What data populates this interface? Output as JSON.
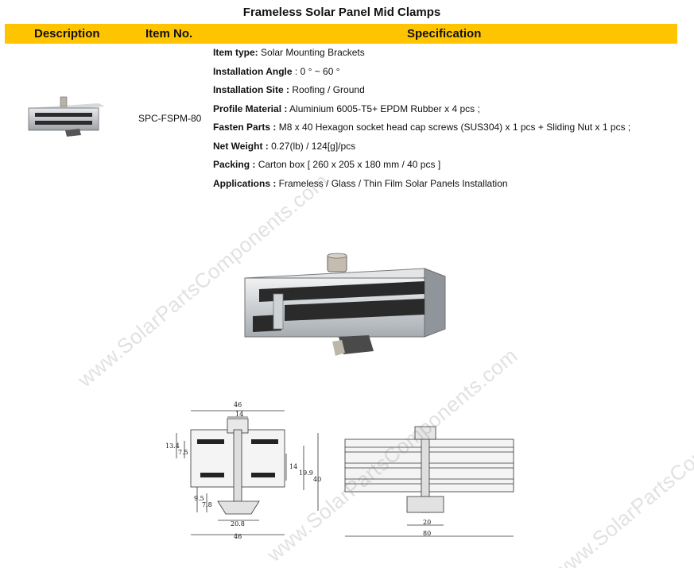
{
  "title": "Frameless Solar Panel Mid Clamps",
  "header": {
    "description": "Description",
    "item_no": "Item No.",
    "specification": "Specification"
  },
  "product": {
    "item_no": "SPC-FSPM-80"
  },
  "specs": [
    {
      "label": "Item type:",
      "value": " Solar Mounting Brackets"
    },
    {
      "label": "Installation Angle",
      "value": " : 0 ° ~ 60 °"
    },
    {
      "label": "Installation Site :",
      "value": " Roofing / Ground"
    },
    {
      "label": "Profile Material :",
      "value": " Aluminium 6005-T5+ EPDM Rubber x 4 pcs ;"
    },
    {
      "label": "Fasten Parts :",
      "value": " M8 x 40 Hexagon socket head cap screws (SUS304) x 1 pcs + Sliding Nut  x 1 pcs ;"
    },
    {
      "label": "Net Weight :",
      "value": "  0.27(lb) / 124[g]/pcs"
    },
    {
      "label": "Packing :",
      "value": "  Carton box [ 260 x 205 x 180 mm / 40 pcs ]"
    },
    {
      "label": "Applications :",
      "value": " Frameless / Glass / Thin Film Solar Panels Installation"
    }
  ],
  "drawing": {
    "left_dims": {
      "top_width": "46",
      "top_inner": "14",
      "h1": "13.4",
      "h2": "7.5",
      "h3": "14",
      "h4": "19.9",
      "h5": "40",
      "h6": "9.5",
      "h7": "7.8",
      "bottom_inner": "20.8",
      "bottom_width": "46"
    },
    "right_dims": {
      "inner": "20",
      "width": "80"
    }
  },
  "watermark": "www.SolarPartsComponents.com",
  "colors": {
    "header_bg": "#ffc400",
    "watermark": "#bdbdbd"
  }
}
